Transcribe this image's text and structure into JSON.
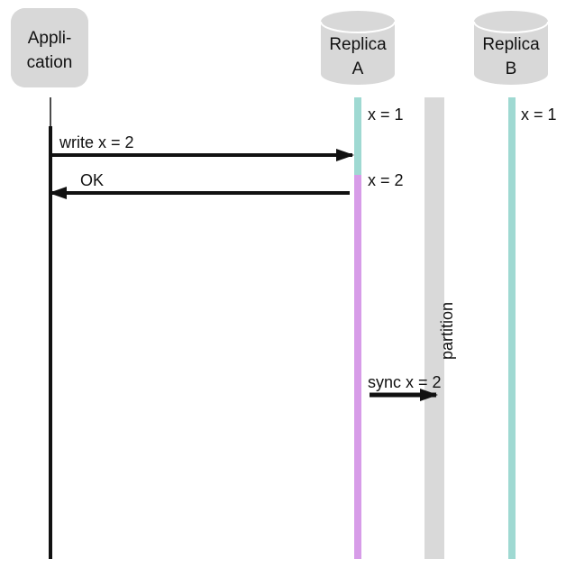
{
  "participants": {
    "application": {
      "label": "Appli-\ncation"
    },
    "replica_a": {
      "label": "Replica\nA"
    },
    "replica_b": {
      "label": "Replica\nB"
    }
  },
  "values": {
    "replica_a_initial": "x = 1",
    "replica_a_updated": "x = 2",
    "replica_b_initial": "x = 1"
  },
  "messages": {
    "write": "write x = 2",
    "ok": "OK",
    "sync": "sync x = 2"
  },
  "partition": {
    "label": "partition"
  },
  "colors": {
    "box_gray": "#d8d8d8",
    "partition_gray": "#d9d9d9",
    "teal": "#9fd9d2",
    "purple": "#d79ce8",
    "line": "#111111"
  }
}
